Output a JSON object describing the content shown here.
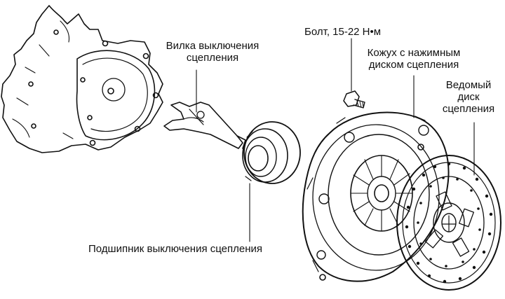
{
  "labels": {
    "fork": [
      "Вилка выключения",
      "сцепления"
    ],
    "bolt": "Болт, 15-22 Н•м",
    "cover": [
      "Кожух с нажимным",
      "диском сцепления"
    ],
    "disc": [
      "Ведомый",
      "диск",
      "сцепления"
    ],
    "bearing": "Подшипник выключения сцепления"
  },
  "colors": {
    "ink": "#111111",
    "paper": "#ffffff"
  }
}
